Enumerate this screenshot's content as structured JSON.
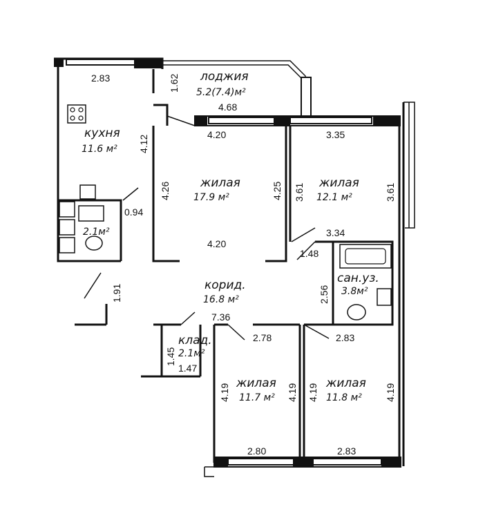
{
  "rooms": {
    "loggia": {
      "name": "лоджия",
      "area": "5.2(7.4)м²",
      "len": "4.68",
      "side": "1.62"
    },
    "kitchen": {
      "name": "кухня",
      "area": "11.6 м²",
      "top": "2.83",
      "side": "4.12"
    },
    "living1": {
      "name": "жилая",
      "area": "17.9 м²",
      "top": "4.20",
      "bottom": "4.20",
      "left": "4.26",
      "right": "4.25"
    },
    "living2": {
      "name": "жилая",
      "area": "12.1 м²",
      "top": "3.35",
      "bottom": "3.34",
      "left": "3.61",
      "right": "3.61"
    },
    "bath_small": {
      "area": "2.1м²",
      "side": "0.94"
    },
    "corridor": {
      "name": "корид.",
      "area": "16.8 м²",
      "len": "7.36",
      "side": "1.91"
    },
    "sanuzel": {
      "name": "сан.уз.",
      "area": "3.8м²",
      "top": "1.48",
      "side": "2.56"
    },
    "storage": {
      "name": "клад.",
      "area": "2.1м²",
      "side": "1.45",
      "bottom": "1.47"
    },
    "living3": {
      "name": "жилая",
      "area": "11.7 м²",
      "top": "2.78",
      "bottom": "2.80",
      "left": "4.19",
      "right": "4.19"
    },
    "living4": {
      "name": "жилая",
      "area": "11.8 м²",
      "top": "2.83",
      "bottom": "2.83",
      "left": "4.19",
      "right": "4.19"
    }
  }
}
